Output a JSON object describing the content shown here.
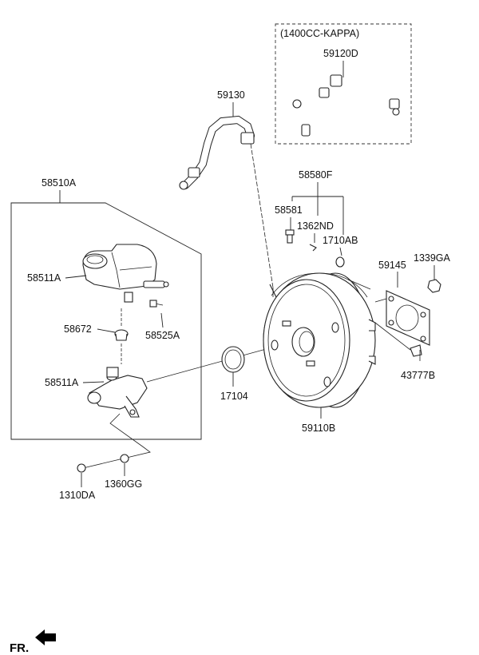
{
  "diagram": {
    "variant_label": "(1400CC-KAPPA)",
    "labels": {
      "p59120D": "59120D",
      "p59130": "59130",
      "p58510A": "58510A",
      "p58580F": "58580F",
      "p58581": "58581",
      "p1362ND": "1362ND",
      "p1710AB": "1710AB",
      "p59145": "59145",
      "p1339GA": "1339GA",
      "p58511A_top": "58511A",
      "p58672": "58672",
      "p58525A": "58525A",
      "p58511A_bottom": "58511A",
      "p17104": "17104",
      "p59110B": "59110B",
      "p43777B": "43777B",
      "p1310DA": "1310DA",
      "p1360GG": "1360GG"
    },
    "direction_label": "FR."
  }
}
